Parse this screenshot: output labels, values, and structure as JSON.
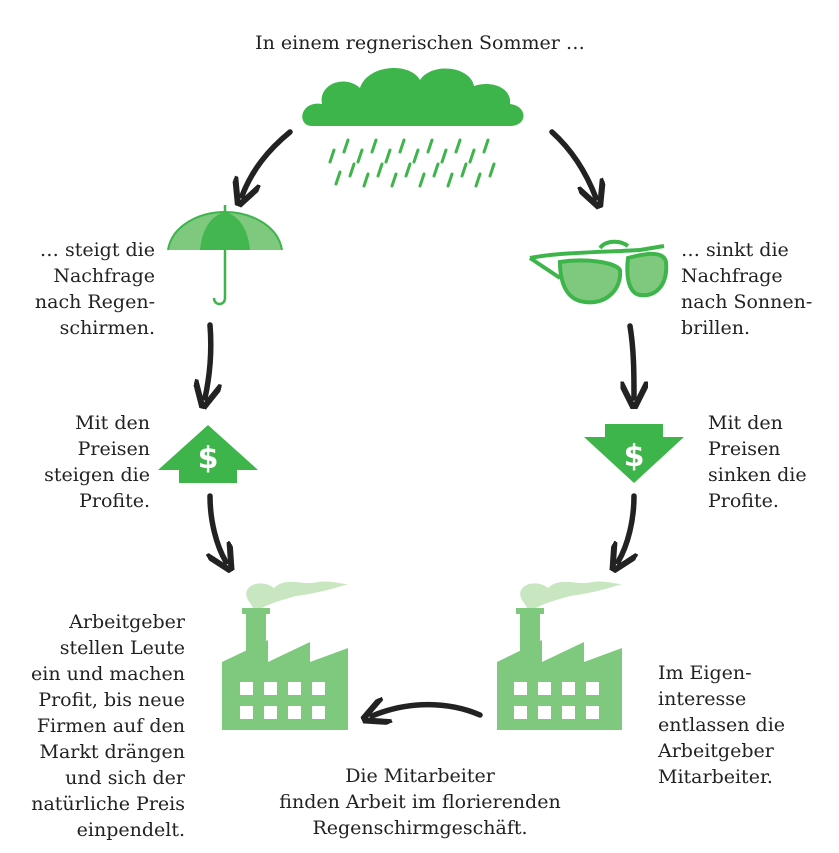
{
  "title": "In einem regnerischen Sommer …",
  "left": {
    "demand": [
      "… steigt die",
      "Nachfrage",
      "nach Regen-",
      "schirmen."
    ],
    "profit": [
      "Mit den",
      "Preisen",
      "steigen die",
      "Profite."
    ],
    "employers": [
      "Arbeitgeber",
      "stellen Leute",
      "ein und machen",
      "Profit, bis neue",
      "Firmen auf den",
      "Markt drängen",
      "und sich der",
      "natürliche Preis",
      "einpendelt."
    ]
  },
  "right": {
    "demand": [
      "… sinkt die",
      "Nachfrage",
      "nach Sonnen-",
      "brillen."
    ],
    "profit": [
      "Mit den",
      "Preisen",
      "sinken die",
      "Profite."
    ],
    "employers": [
      "Im Eigen-",
      "interesse",
      "entlassen die",
      "Arbeitgeber",
      "Mitarbeiter."
    ]
  },
  "bottom": [
    "Die Mitarbeiter",
    "finden Arbeit im florierenden",
    "Regenschirmgeschäft."
  ],
  "dollar_symbol": "$",
  "colors": {
    "green": "#3db54a",
    "light_green": "#7fc97f",
    "pale_green": "#c8e6c0",
    "arrow": "#222222"
  }
}
